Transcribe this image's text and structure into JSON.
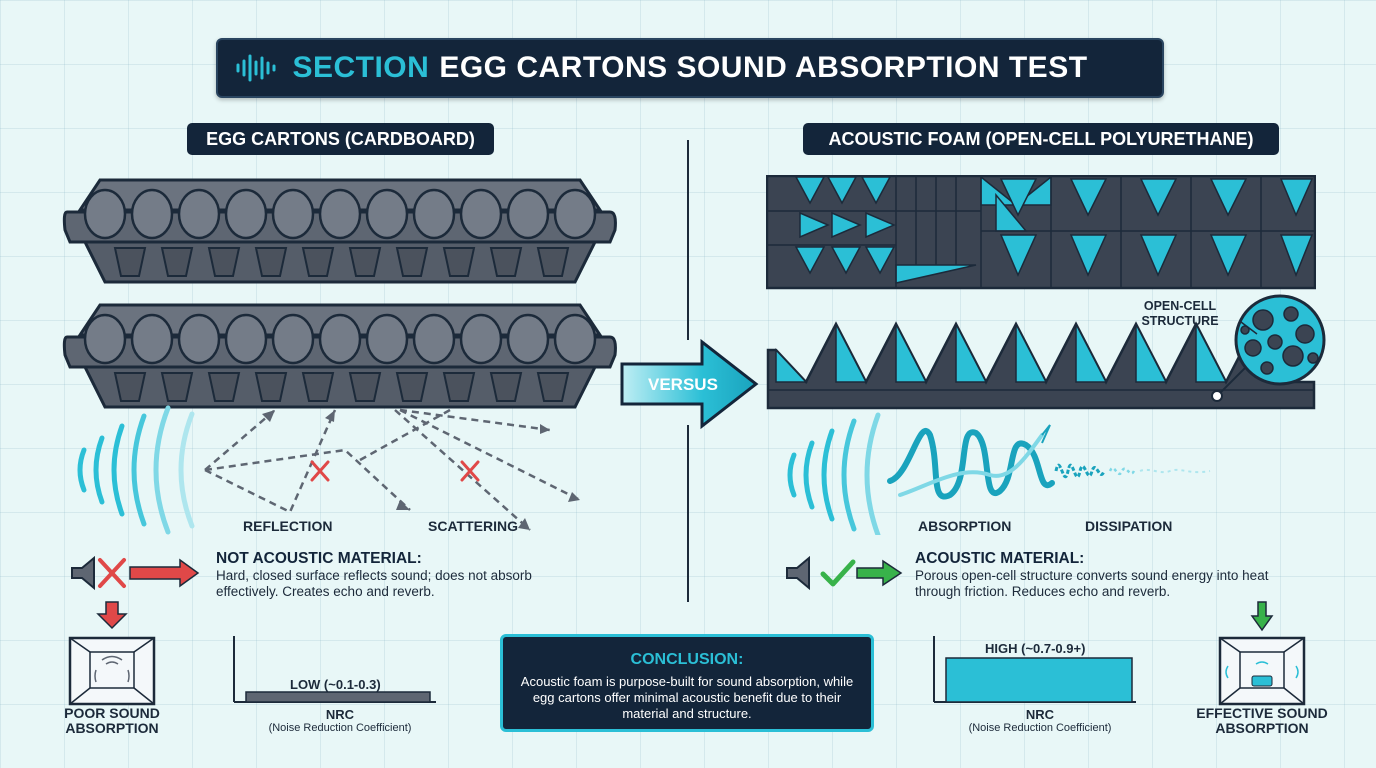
{
  "title": {
    "accent": "SECTION",
    "main": "EGG CARTONS SOUND ABSORPTION TEST"
  },
  "left": {
    "header": "EGG CARTONS (CARDBOARD)",
    "labels": {
      "reflection": "REFLECTION",
      "scattering": "SCATTERING"
    },
    "verdict_title": "NOT ACOUSTIC MATERIAL:",
    "verdict_text": "Hard, closed surface reflects sound; does not absorb effectively. Creates echo and reverb.",
    "room_label": "POOR SOUND ABSORPTION",
    "nrc": {
      "value_label": "LOW (~0.1-0.3)",
      "title": "NRC",
      "subtitle": "(Noise Reduction Coefficient)"
    }
  },
  "versus": "VERSUS",
  "right": {
    "header": "ACOUSTIC FOAM (OPEN-CELL POLYURETHANE)",
    "structure_label": "OPEN-CELL STRUCTURE",
    "labels": {
      "absorption": "ABSORPTION",
      "dissipation": "DISSIPATION"
    },
    "verdict_title": "ACOUSTIC MATERIAL:",
    "verdict_text": "Porous open-cell structure converts sound energy into heat through friction. Reduces echo and reverb.",
    "room_label": "EFFECTIVE SOUND ABSORPTION",
    "nrc": {
      "value_label": "HIGH (~0.7-0.9+)",
      "title": "NRC",
      "subtitle": "(Noise Reduction Coefficient)"
    }
  },
  "conclusion": {
    "title": "CONCLUSION:",
    "text": "Acoustic foam is purpose-built for sound absorption, while egg cartons offer minimal acoustic benefit due to their material and structure."
  },
  "colors": {
    "navy": "#13253a",
    "teal": "#2bbfd6",
    "carton_gray": "#5e6672",
    "foam_dark": "#3b4452",
    "red": "#e04848",
    "green": "#38b24a"
  }
}
